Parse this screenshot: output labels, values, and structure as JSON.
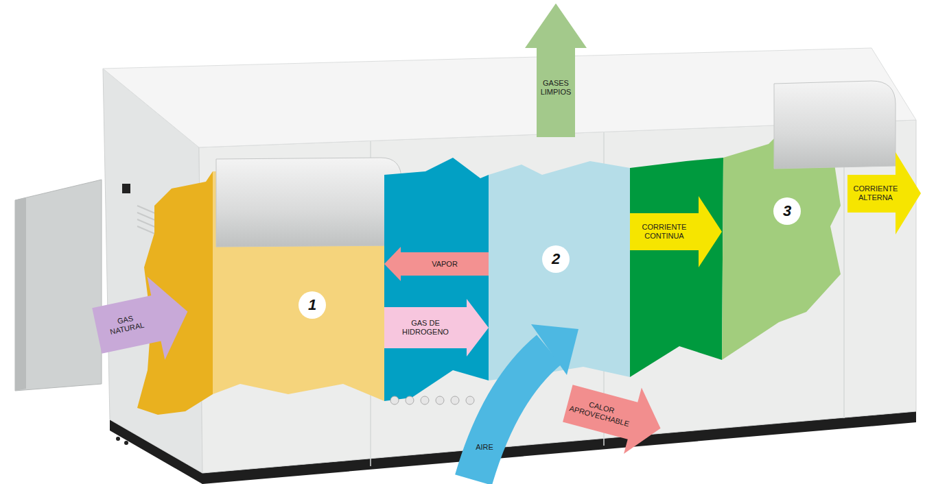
{
  "diagram": {
    "nodes": [
      {
        "text": [
          "1"
        ]
      },
      {
        "text": [
          "2"
        ]
      },
      {
        "text": [
          "3"
        ]
      }
    ],
    "edges": [
      {
        "from": 0,
        "to": 1,
        "arrow": "to",
        "label": "GAS DE HIDROGENO"
      },
      {
        "from": 1,
        "to": 0,
        "arrow": "to",
        "label": "VAPOR"
      },
      {
        "from": 1,
        "to": 2,
        "arrow": "to",
        "label": "CORRIENTE CONTINUA"
      }
    ],
    "labels": [
      "GAS NATURAL",
      "GASES LIMPIOS",
      "AIRE",
      "CALOR APROVECHABLE",
      "CORRIENTE ALTERNA"
    ]
  }
}
